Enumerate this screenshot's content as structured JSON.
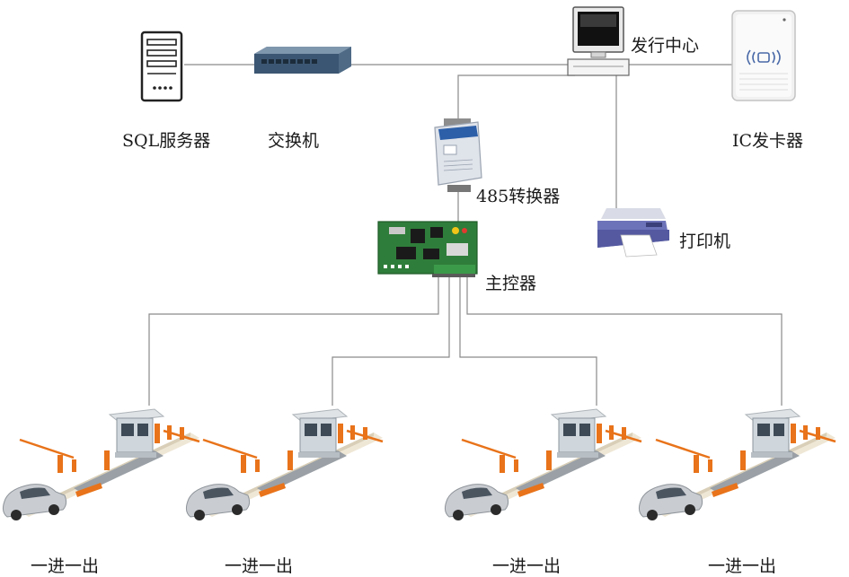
{
  "devices": {
    "sql_server": {
      "label": "SQL服务器",
      "icon": "server-icon"
    },
    "switch": {
      "label": "交换机",
      "icon": "network-switch-icon"
    },
    "issuing_center": {
      "label": "发行中心",
      "icon": "desktop-computer-icon"
    },
    "card_reader": {
      "label": "IC发卡器",
      "icon": "ic-card-reader-icon"
    },
    "converter": {
      "label": "485转换器",
      "icon": "rs485-converter-icon"
    },
    "printer": {
      "label": "打印机",
      "icon": "printer-icon"
    },
    "controller": {
      "label": "主控器",
      "icon": "circuit-board-icon"
    }
  },
  "lanes": [
    {
      "label": "一进一出",
      "icon": "parking-lane-icon"
    },
    {
      "label": "一进一出",
      "icon": "parking-lane-icon"
    },
    {
      "label": "一进一出",
      "icon": "parking-lane-icon"
    },
    {
      "label": "一进一出",
      "icon": "parking-lane-icon"
    }
  ],
  "colors": {
    "line": "#8a8a8a",
    "board_green": "#2f7d3a",
    "barrier_orange": "#e8731a",
    "car_silver": "#c9ccd1",
    "booth_roof": "#dfe3e6"
  }
}
